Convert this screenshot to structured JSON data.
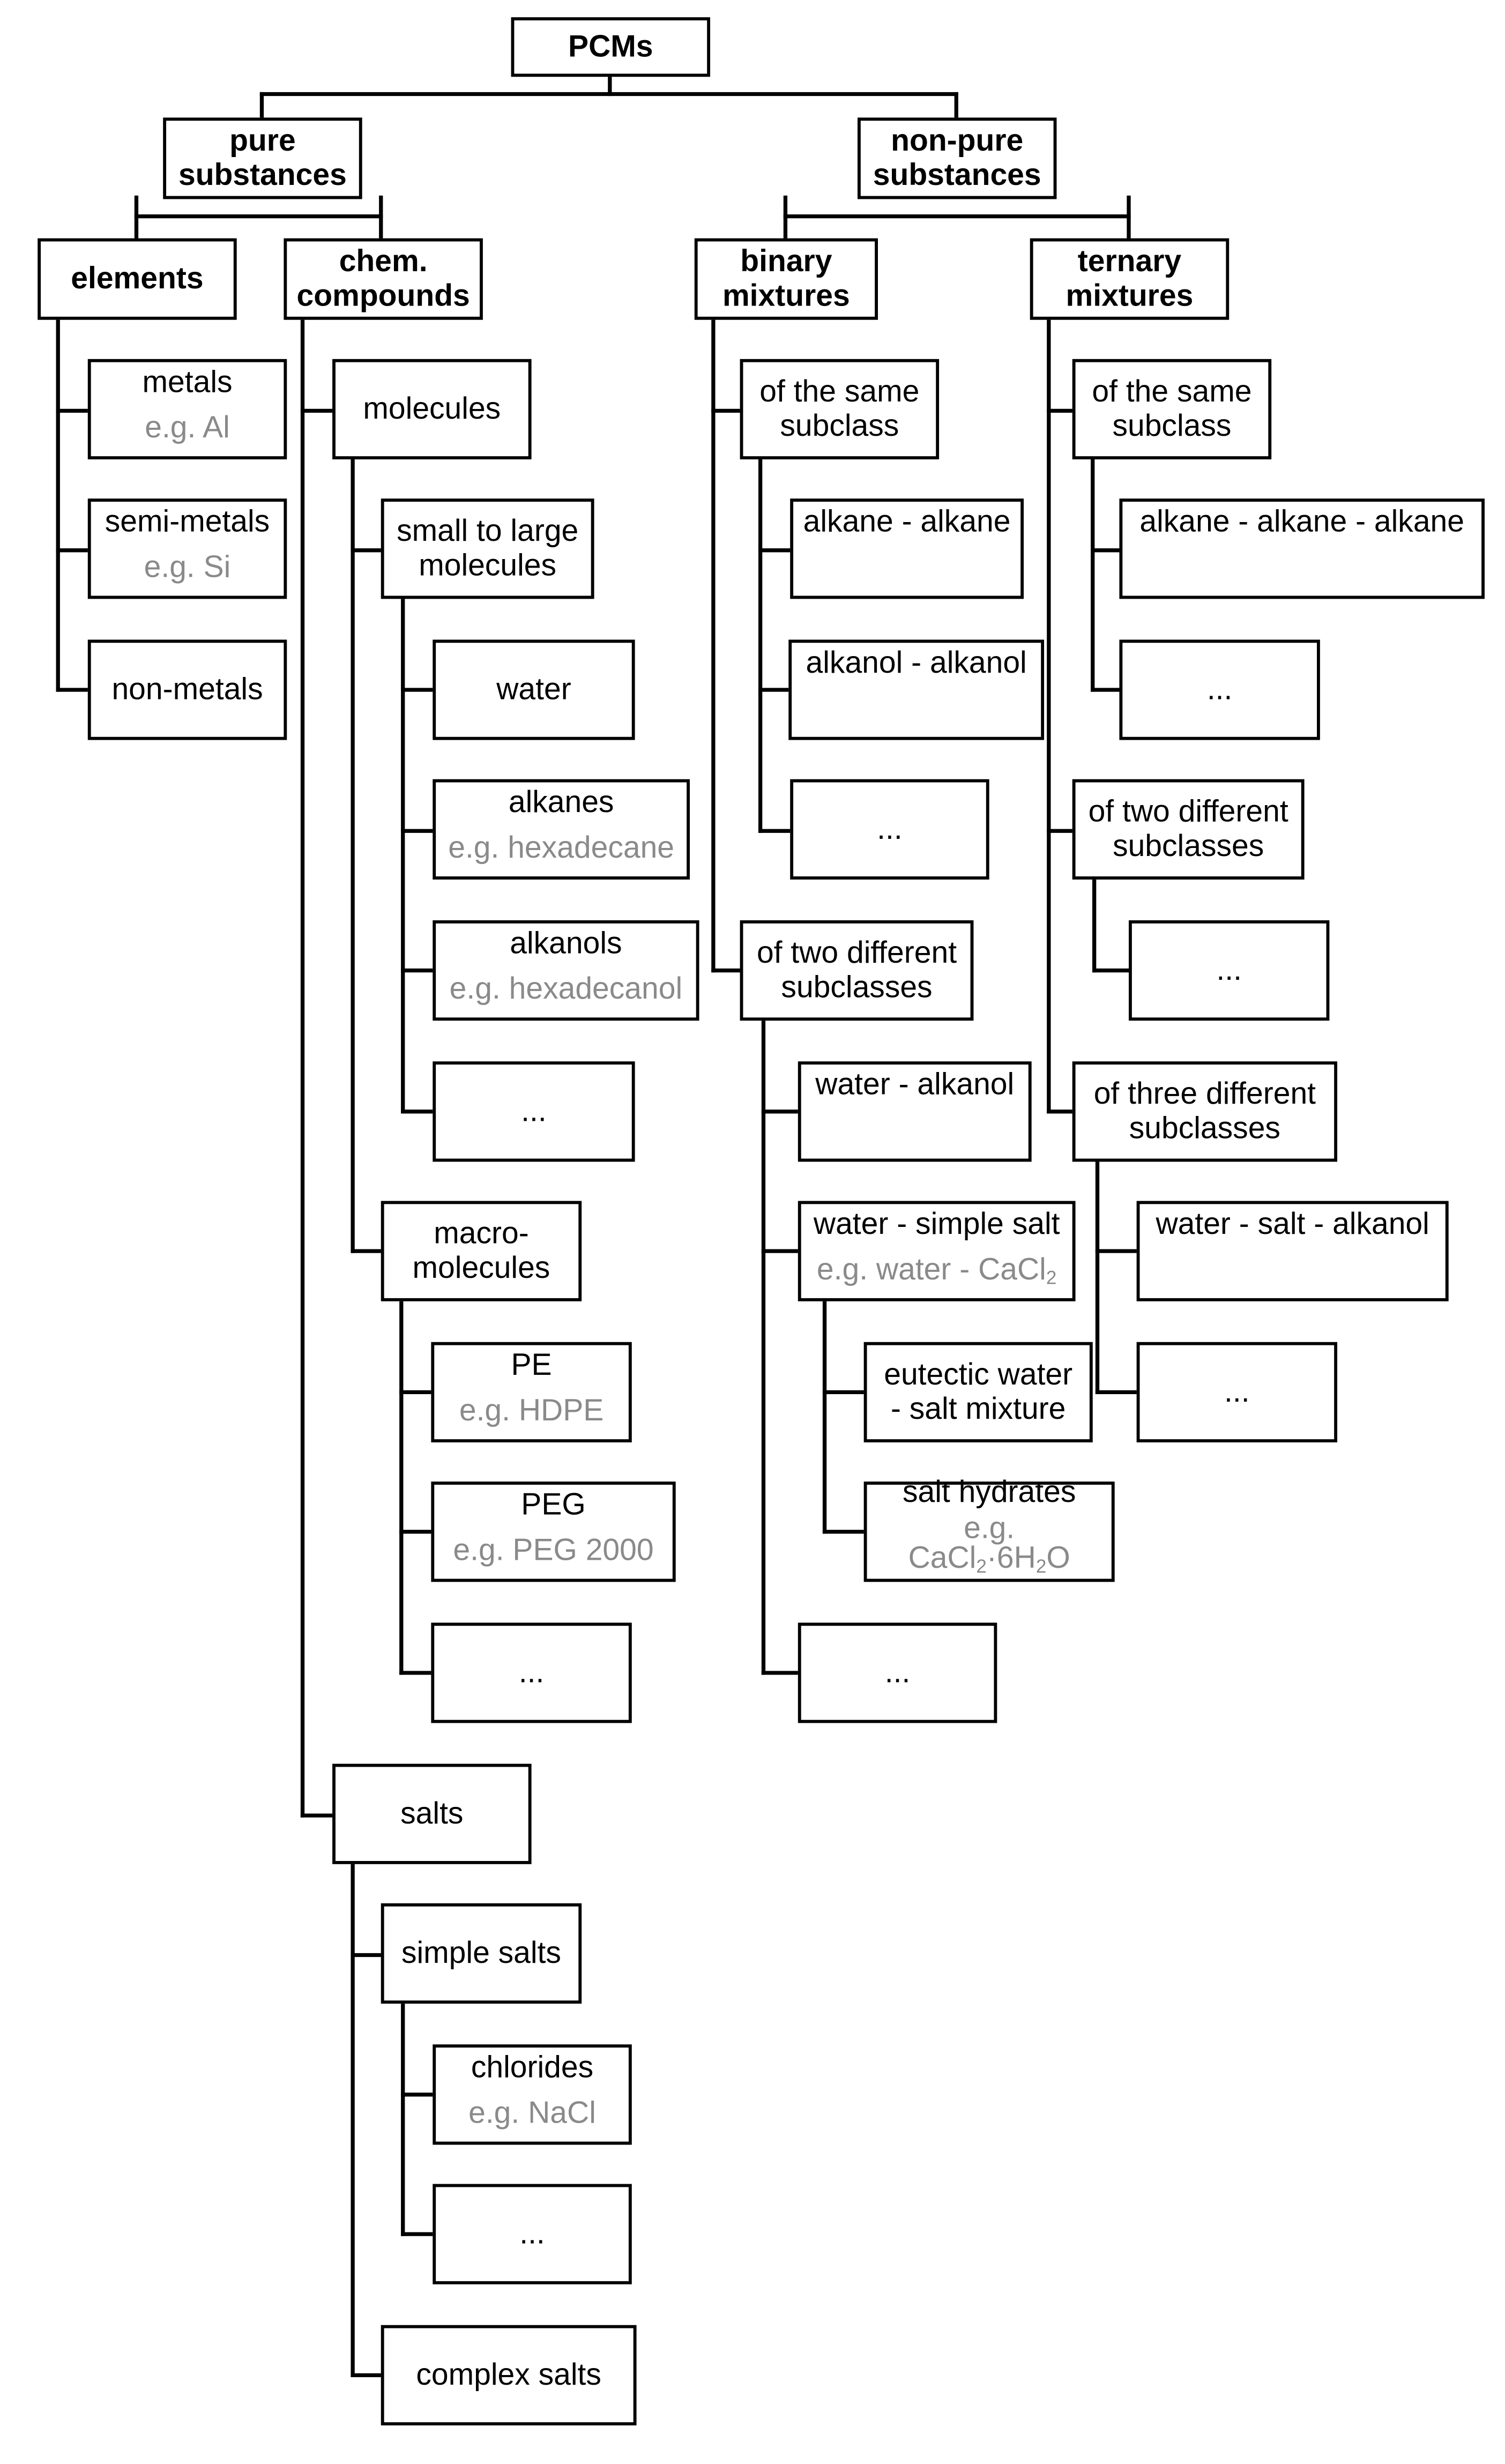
{
  "root": "PCMs",
  "pure": {
    "title_l1": "pure",
    "title_l2": "substances",
    "elements": {
      "title": "elements",
      "metals": {
        "label": "metals",
        "example": "e.g. Al"
      },
      "semimetals": {
        "label": "semi-metals",
        "example": "e.g. Si"
      },
      "nonmetals": "non-metals"
    },
    "compounds": {
      "title_l1": "chem.",
      "title_l2": "compounds",
      "molecules": {
        "title": "molecules",
        "small": {
          "title_l1": "small to large",
          "title_l2": "molecules",
          "water": "water",
          "alkanes": {
            "label": "alkanes",
            "example": "e.g. hexadecane"
          },
          "alkanols": {
            "label": "alkanols",
            "example": "e.g. hexadecanol"
          },
          "more": "..."
        },
        "macro": {
          "title_l1": "macro-",
          "title_l2": "molecules",
          "pe": {
            "label": "PE",
            "example": "e.g. HDPE"
          },
          "peg": {
            "label": "PEG",
            "example": "e.g. PEG 2000"
          },
          "more": "..."
        }
      },
      "salts": {
        "title": "salts",
        "simple": {
          "title": "simple salts",
          "chlorides": {
            "label": "chlorides",
            "example": "e.g. NaCl"
          },
          "more": "..."
        },
        "complex": "complex salts"
      }
    }
  },
  "nonpure": {
    "title_l1": "non-pure",
    "title_l2": "substances",
    "binary": {
      "title_l1": "binary",
      "title_l2": "mixtures",
      "same": {
        "title_l1": "of the same",
        "title_l2": "subclass",
        "item1": "alkane - alkane",
        "item2": "alkanol - alkanol",
        "more": "..."
      },
      "two": {
        "title_l1": "of two different",
        "title_l2": "subclasses",
        "water_alkanol": "water - alkanol",
        "water_salt": {
          "label": "water - simple salt",
          "example_prefix": "e.g. water - CaCl",
          "example_sub": "2"
        },
        "eutectic_l1": "eutectic water",
        "eutectic_l2": "- salt mixture",
        "hydrates": {
          "label": "salt hydrates",
          "example_l1": "e.g.",
          "ex_a": "CaCl",
          "ex_b": "2",
          "ex_c": "·6H",
          "ex_d": "2",
          "ex_e": "O"
        },
        "more": "..."
      }
    },
    "ternary": {
      "title_l1": "ternary",
      "title_l2": "mixtures",
      "same": {
        "title_l1": "of the same",
        "title_l2": "subclass",
        "item1": "alkane - alkane - alkane",
        "more": "..."
      },
      "two": {
        "title_l1": "of two different",
        "title_l2": "subclasses",
        "more": "..."
      },
      "three": {
        "title_l1": "of three different",
        "title_l2": "subclasses",
        "item1": "water - salt - alkanol",
        "more": "..."
      }
    }
  }
}
